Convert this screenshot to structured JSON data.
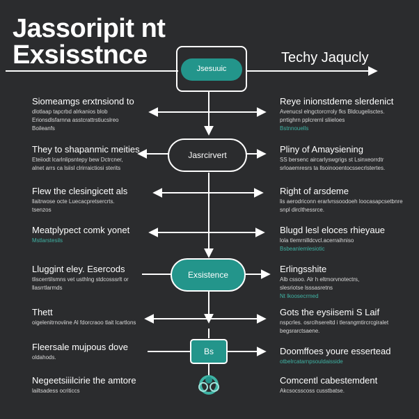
{
  "title": {
    "line1": "Jassoripit nt",
    "line2": "Exsisstnce",
    "right": "Techy Jaqucly"
  },
  "nodes": {
    "top": "Jsesuuic",
    "middle": "Jasrcirvert",
    "lower": "Exsistence",
    "small": "Bs"
  },
  "left": [
    {
      "head": "Siomeamgs erxtnsiond to",
      "lines": [
        "dlotlaap tapcrbd alrkanios blob",
        "Erionsdlsfarnna asstcrattrstiucslreo",
        "Boileanfs"
      ],
      "teal": []
    },
    {
      "head": "They to shapanmic meities",
      "lines": [
        "Eteiiodt lcarlnlipsntepy bew Dctrcner,",
        "alnet arrs ca lsiisl clrirraictiosi sterits"
      ],
      "teal": []
    },
    {
      "head": "Flew the clesingicett als",
      "lines": [
        "llaitrwose octe Luecacpretsercrts.",
        "tsenzos"
      ],
      "teal": []
    },
    {
      "head": "Meatplypect comk yonet",
      "lines": [],
      "teal": [
        "Mstlarstesils"
      ]
    },
    {
      "head": "Lluggint eley. Esercods",
      "lines": [
        "tliscerrtilsmns vet usthlng stdcosssrlt or",
        "llasrrtlarmds"
      ],
      "teal": []
    },
    {
      "head": "Thett",
      "lines": [
        "oigelenitrnoviine Al fdorcraoo tlait lcartlons"
      ],
      "teal": []
    },
    {
      "head": "Fleersale mujpous dove",
      "lines": [
        "oldahods."
      ],
      "teal": []
    },
    {
      "head": "Negeetsiiilcirie the amtore",
      "lines": [
        "lailtsadess ocriticcs"
      ],
      "teal": []
    }
  ],
  "right": [
    {
      "head": "Reye inionstdeme slerdenict",
      "lines": [
        "Avenucsl elngctorcrroly fks Bldcugelisctes.",
        "prrtighrn pplcrernl sliieloes"
      ],
      "teal": [
        "Bstnnouells"
      ]
    },
    {
      "head": "Pliny of Amaysiening",
      "lines": [
        "SS bersenc aircarlyswgrigs st Lsinxeorrdtr",
        "srloaemresrs ta llsoinooentocssecrlstertes."
      ],
      "teal": []
    },
    {
      "head": "Right of arsdeme",
      "lines": [
        "lis aerodriconn erarlvrssoodoeh loocasapcsetbnre",
        "snpl dirclthessrce."
      ],
      "teal": []
    },
    {
      "head": "Blugd lesl eloces rhieyaue",
      "lines": [
        "lola tlemrnilldcvcl.acerraihniso"
      ],
      "teal": [
        "Bsbeanlemlesiotic"
      ]
    },
    {
      "head": "Erlingsshite",
      "lines": [
        "Alb cssoo. Alr h eltmorvnotectrs,",
        "slesriotse lsssasretns"
      ],
      "teal": [
        "Nt lkoosecrmed"
      ]
    },
    {
      "head": "Gots the eysiisemi S Laif",
      "lines": [
        "nspcrles. osrcihsereltd i tlerangmtircrcgiralet",
        "begsrarctsaene."
      ],
      "teal": []
    },
    {
      "head": "Doomffoes youre essertead",
      "lines": [],
      "teal": [
        "otbelrcatarnpsouldaisside"
      ]
    },
    {
      "head": "Comcentl cabestemdent",
      "lines": [
        "Akcsocsscoss cusstbatse."
      ],
      "teal": []
    }
  ]
}
